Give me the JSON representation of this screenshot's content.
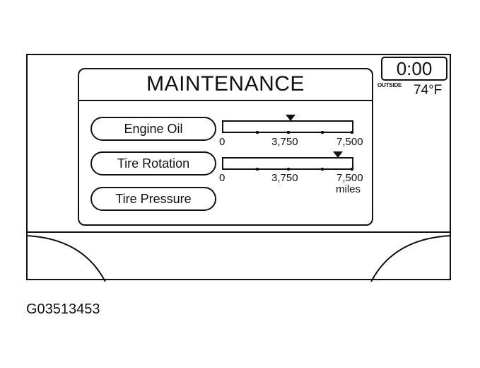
{
  "clock": {
    "time": "0:00"
  },
  "outside": {
    "label": "OUTSIDE",
    "temperature": "74°F"
  },
  "maintenance": {
    "title": "MAINTENANCE",
    "items": [
      {
        "label": "Engine Oil",
        "has_bar": true,
        "progress_fraction": 0.52,
        "scale": [
          "0",
          "3,750",
          "7,500"
        ]
      },
      {
        "label": "Tire Rotation",
        "has_bar": true,
        "progress_fraction": 0.88,
        "scale": [
          "0",
          "3,750",
          "7,500"
        ],
        "unit": "miles"
      },
      {
        "label": "Tire Pressure",
        "has_bar": false
      }
    ]
  },
  "figure_id": "G03513453"
}
